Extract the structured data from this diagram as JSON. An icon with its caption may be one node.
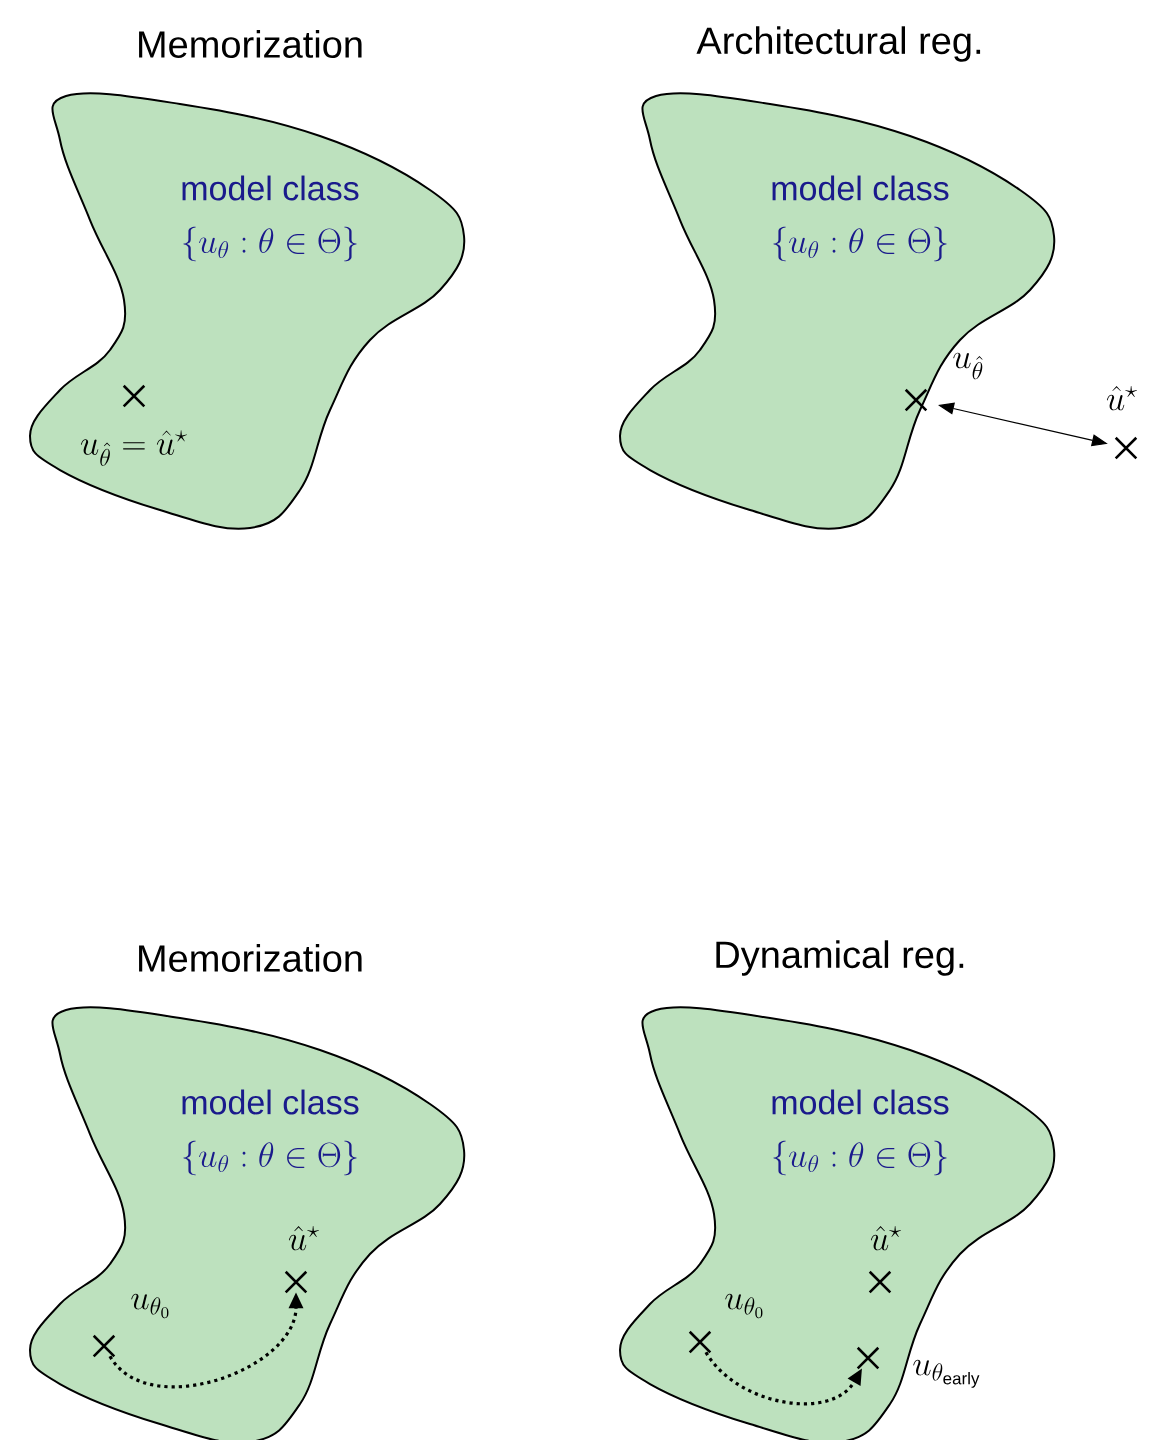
{
  "diagram": {
    "nodes": [
      {
        "text": [
          "Memorization",
          "model class",
          "\\{u_\\theta : \\theta \\in \\Theta\\}"
        ]
      },
      {
        "text": [
          "u_{\\hat\\theta} = \\hat u^\\star"
        ],
        "in": 0
      },
      {
        "text": [
          "Architectural reg.",
          "model class",
          "\\{u_\\theta : \\theta \\in \\Theta\\}"
        ]
      },
      {
        "text": [
          "u_{\\hat\\theta}"
        ]
      },
      {
        "text": [
          "\\hat u^\\star"
        ]
      },
      {
        "text": [
          "Memorization",
          "model class",
          "\\{u_\\theta : \\theta \\in \\Theta\\}"
        ]
      },
      {
        "text": [
          "u_{\\theta_0}"
        ],
        "in": 5
      },
      {
        "text": [
          "\\hat u^\\star"
        ],
        "in": 5
      },
      {
        "text": [
          "Dynamical reg.",
          "model class",
          "\\{u_\\theta : \\theta \\in \\Theta\\}"
        ]
      },
      {
        "text": [
          "u_{\\theta_0}"
        ],
        "in": 8
      },
      {
        "text": [
          "\\hat u^\\star"
        ],
        "in": 8
      },
      {
        "text": [
          "u_{\\theta_{\\mathrm{early}}}"
        ],
        "in": 8
      }
    ],
    "edges": [
      {
        "from": 3,
        "to": 4,
        "arrow": "both"
      },
      {
        "from": 6,
        "to": 7,
        "arrow": "to",
        "style": "dashed"
      },
      {
        "from": 9,
        "to": 11,
        "arrow": "to",
        "style": "dashed"
      }
    ]
  }
}
